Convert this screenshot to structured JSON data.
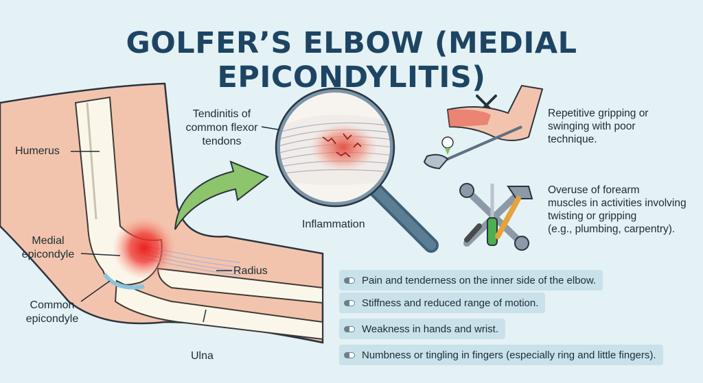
{
  "title": "GOLFER’S ELBOW (MEDIAL EPICONDYLITIS)",
  "labels": {
    "humerus": "Humerus",
    "medial_epicondyle": [
      "Medial",
      "epicondyle"
    ],
    "common_epicondyle": [
      "Common",
      "epicondyle"
    ],
    "radius": "Radius",
    "ulna": "Ulna",
    "tendinitis": [
      "Tendinitis of",
      "common flexor",
      "tendons"
    ],
    "inflammation": "Inflammation"
  },
  "causes": [
    {
      "icon": "golf-club-icon",
      "lines": [
        "Repetitive gripping or",
        "swinging with poor",
        "technique."
      ]
    },
    {
      "icon": "tools-icon",
      "lines": [
        "Overuse of forearm",
        "muscles in activities involving",
        "twisting or gripping",
        "(e.g., plumbing, carpentry)."
      ]
    }
  ],
  "symptoms": [
    "Pain and tenderness on the inner side of the elbow.",
    "Stiffness and reduced range of motion.",
    "Weakness in hands and wrist.",
    "Numbness or tingling in fingers (especially ring and little fingers)."
  ],
  "colors": {
    "background": "#e4f1f5",
    "title": "#1d4563",
    "skin": "#f3c4ad",
    "inflammation": "#e8231f",
    "arrow": "#8cc56b",
    "symptom_bg": "#c9e2ea"
  }
}
